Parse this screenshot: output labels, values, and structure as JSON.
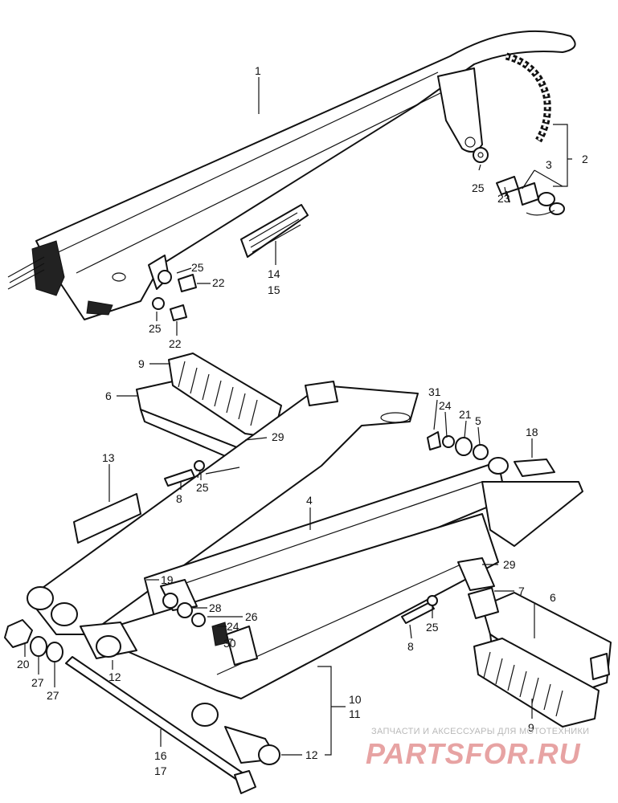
{
  "callouts": {
    "c1": "1",
    "c2": "2",
    "c3": "3",
    "c25a": "25",
    "c23": "23",
    "c25b": "25",
    "c22a": "22",
    "c25c": "25",
    "c22b": "22",
    "c14": "14",
    "c15": "15",
    "c9a": "9",
    "c6a": "6",
    "c29a": "29",
    "c7a": "7",
    "c8a": "8",
    "c25d": "25",
    "c13": "13",
    "c31": "31",
    "c24a": "24",
    "c21": "21",
    "c5": "5",
    "c18": "18",
    "c4": "4",
    "c29b": "29",
    "c7b": "7",
    "c6b": "6",
    "c19": "19",
    "c28": "28",
    "c26": "26",
    "c24b": "24",
    "c30": "30",
    "c25e": "25",
    "c8b": "8",
    "c20": "20",
    "c27a": "27",
    "c27b": "27",
    "c12a": "12",
    "c10": "10",
    "c11": "11",
    "c9b": "9",
    "c16": "16",
    "c17": "17",
    "c12b": "12"
  },
  "watermark": {
    "tagline": "ЗАПЧАСТИ И АКСЕССУАРЫ ДЛЯ МОТОТЕХНИКИ",
    "logo": "PARTSFOR.RU"
  }
}
